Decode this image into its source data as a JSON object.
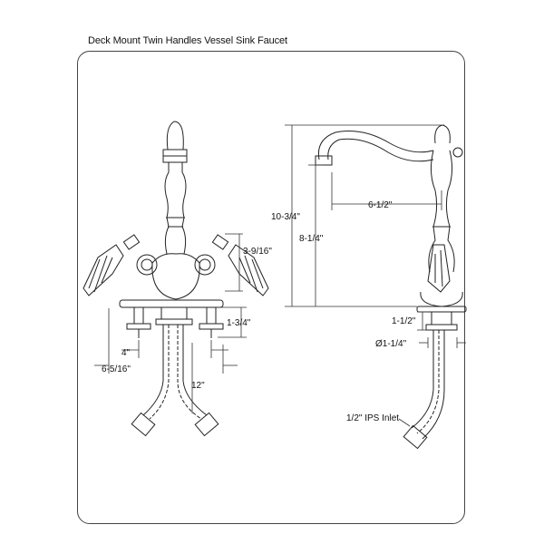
{
  "title": "Deck Mount Twin Handles Vessel Sink Faucet",
  "dimensions": {
    "front_handle_height": "3-9/16\"",
    "front_shank_length": "1-3/4\"",
    "front_center_spacing": "4\"",
    "front_overall_spacing": "6-5/16\"",
    "front_hose_length": "12\"",
    "side_overall_height": "10-3/4\"",
    "side_spout_height": "8-1/4\"",
    "side_spout_reach": "6-1/2\"",
    "side_shank_length": "1-1/2\"",
    "side_shank_diameter": "Ø1-1/4\"",
    "side_inlet": "1/2\" IPS Inlet"
  }
}
